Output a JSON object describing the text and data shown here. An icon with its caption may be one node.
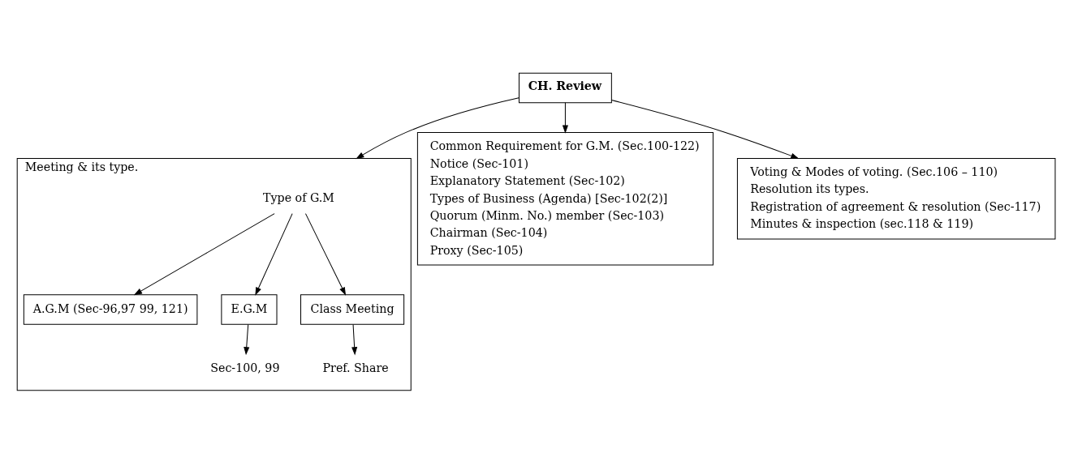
{
  "diagram": {
    "nodes": [
      {
        "text": [
          "CH. Review"
        ]
      },
      {
        "text": [
          "Meeting & its type."
        ]
      },
      {
        "text": [
          "Type of G.M"
        ],
        "in": 1
      },
      {
        "text": [
          "A.G.M (Sec-96,97 99, 121)"
        ],
        "in": 1
      },
      {
        "text": [
          "E.G.M"
        ],
        "in": 1
      },
      {
        "text": [
          "Sec-100, 99"
        ],
        "in": 1
      },
      {
        "text": [
          "Class Meeting"
        ],
        "in": 1
      },
      {
        "text": [
          "Pref. Share"
        ],
        "in": 1
      },
      {
        "text": [
          "Common Requirement for G.M. (Sec.100-122)",
          "Notice (Sec-101)",
          "Explanatory Statement (Sec-102)",
          "Types of Business (Agenda) [Sec-102(2)]",
          "Quorum (Minm. No.) member (Sec-103)",
          "Chairman (Sec-104)",
          "Proxy (Sec-105)"
        ]
      },
      {
        "text": [
          "Voting & Modes of voting. (Sec.106 – 110)",
          "Resolution its types.",
          "Registration of agreement & resolution (Sec-117)",
          "Minutes & inspection (sec.118 & 119)"
        ]
      }
    ],
    "edges": [
      {
        "from": 0,
        "to": 1,
        "arrow": "to"
      },
      {
        "from": 0,
        "to": 8,
        "arrow": "to"
      },
      {
        "from": 0,
        "to": 9,
        "arrow": "to"
      },
      {
        "from": 2,
        "to": 3,
        "arrow": "to"
      },
      {
        "from": 2,
        "to": 4,
        "arrow": "to"
      },
      {
        "from": 2,
        "to": 6,
        "arrow": "to"
      },
      {
        "from": 4,
        "to": 5,
        "arrow": "to"
      },
      {
        "from": 6,
        "to": 7,
        "arrow": "to"
      }
    ]
  }
}
